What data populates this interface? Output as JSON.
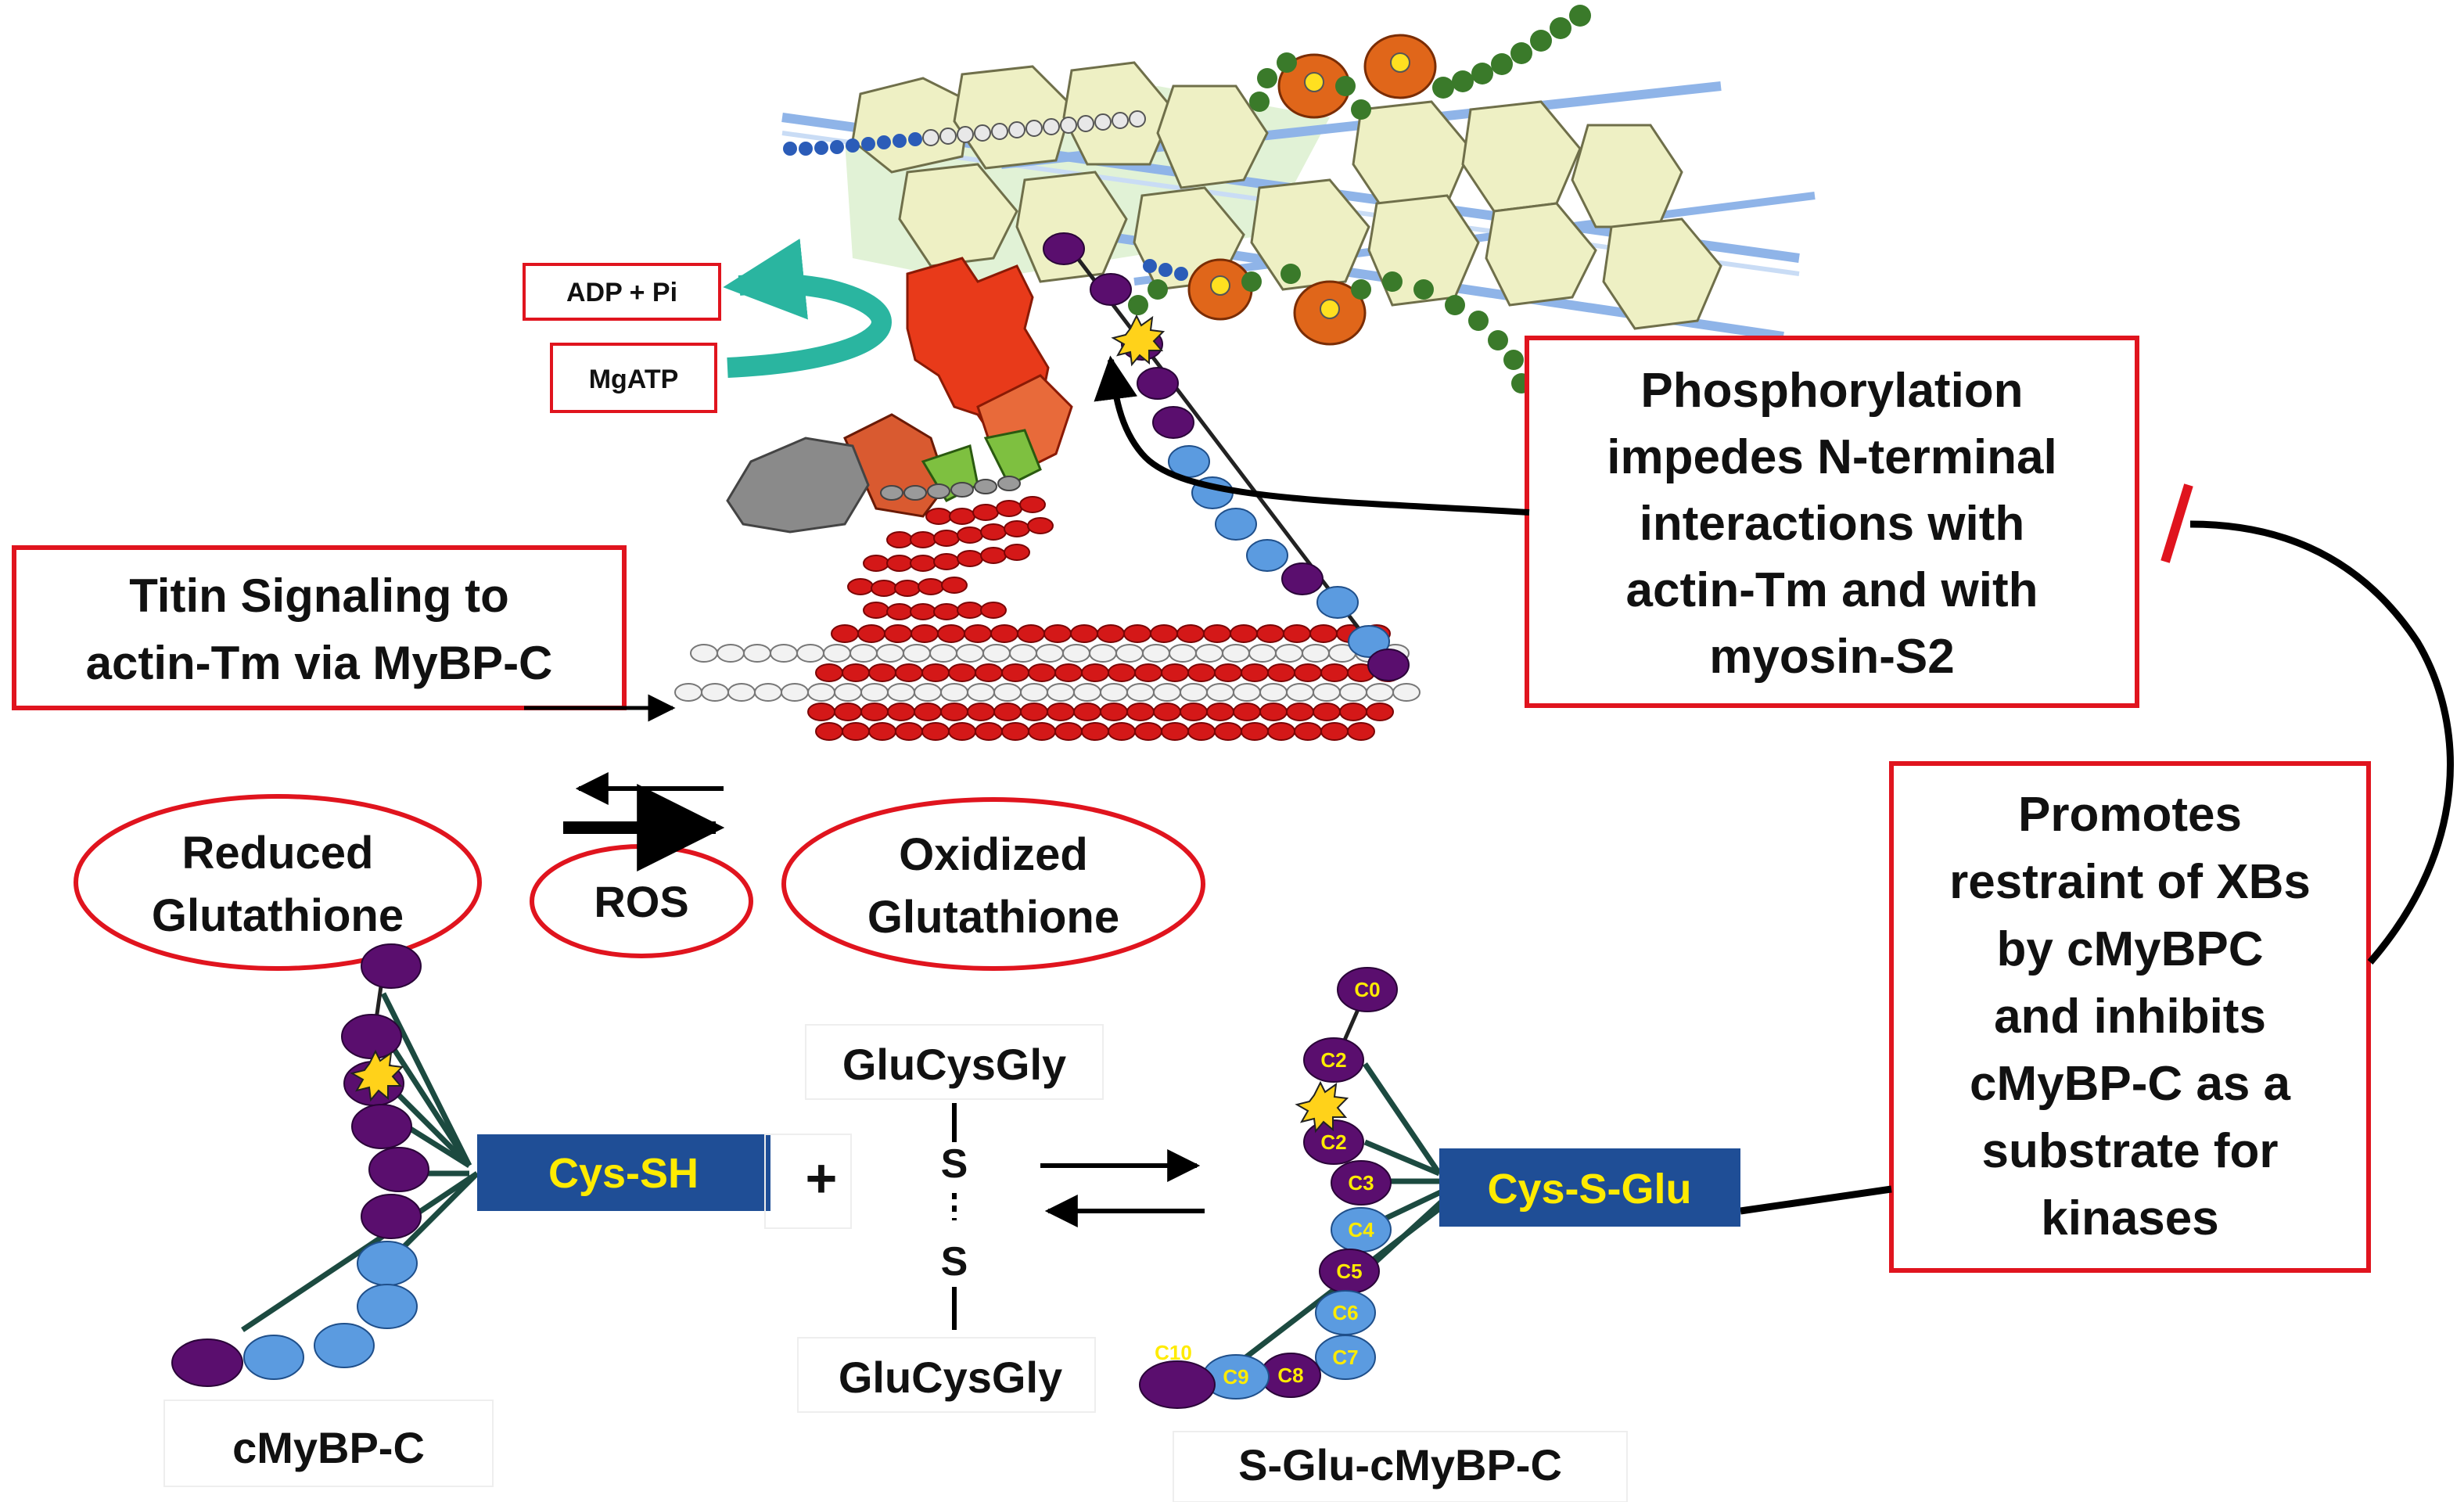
{
  "labels": {
    "adp_pi": "ADP + Pi",
    "mgatp": "MgATP",
    "titin_line1": "Titin Signaling to",
    "titin_line2": "actin-Tm via MyBP-C",
    "phos_line1": "Phosphorylation",
    "phos_line2": "impedes N-terminal",
    "phos_line3": "interactions with",
    "phos_line4": "actin-Tm and with",
    "phos_line5": "myosin-S2",
    "promotes_line1": "Promotes",
    "promotes_line2": "restraint of XBs",
    "promotes_line3": "by  cMyBPC",
    "promotes_line4": "and inhibits",
    "promotes_line5": "cMyBP-C as a",
    "promotes_line6": "substrate for",
    "promotes_line7": "kinases",
    "reduced_line1": "Reduced",
    "reduced_line2": "Glutathione",
    "oxidized_line1": "Oxidized",
    "oxidized_line2": "Glutathione",
    "ros": "ROS",
    "cys_sh": "Cys-SH",
    "cys_s_glu": "Cys-S-Glu",
    "plus": "+",
    "glucysgly_top": "GluCysGly",
    "glucysgly_bottom": "GluCysGly",
    "s_top": "S",
    "s_bottom": "S",
    "cmybpc": "cMyBP-C",
    "sglu_cmybpc": "S-Glu-cMyBP-C"
  },
  "domains": {
    "c0": "C0",
    "c2a": "C2",
    "c2b": "C2",
    "c3": "C3",
    "c4": "C4",
    "c5": "C5",
    "c6": "C6",
    "c7": "C7",
    "c8": "C8",
    "c9": "C9",
    "c10": "C10"
  },
  "colors": {
    "red_border": "#e0141e",
    "dark_blue_box": "#1f4e96",
    "box_text_yellow": "#ffeb00",
    "domain_purple": "#5a0e6e",
    "domain_blue": "#5b9be0",
    "actin_yellow": "#eef0c4",
    "myosin_red": "#d41818",
    "teal_arrow": "#2ab5a0"
  }
}
